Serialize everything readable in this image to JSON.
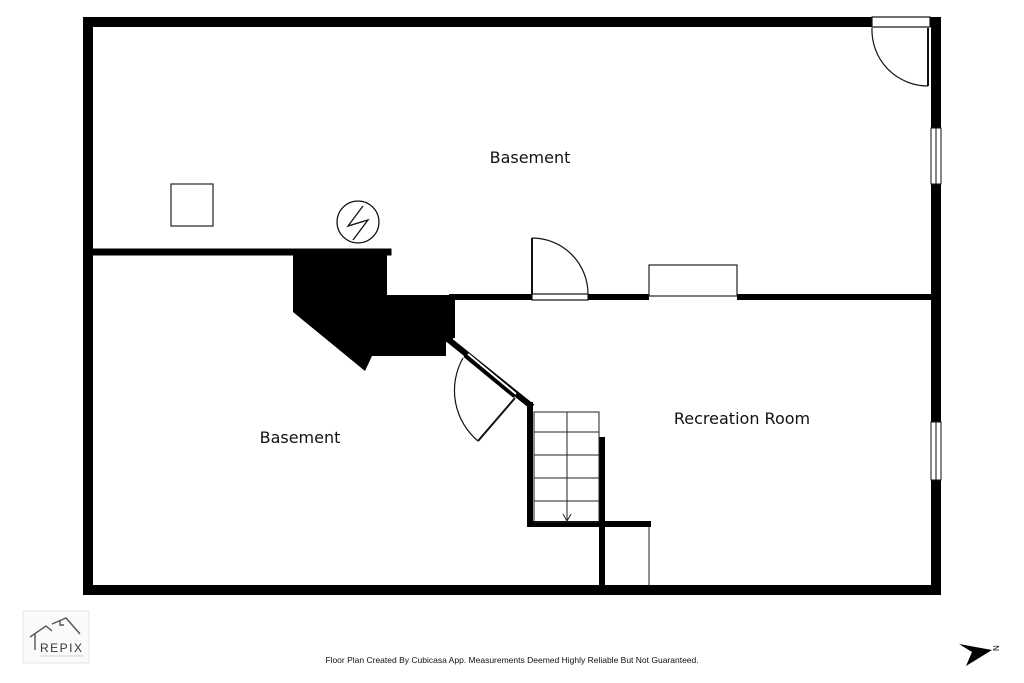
{
  "plan": {
    "rooms": [
      {
        "id": "basement-upper",
        "label": "Basement"
      },
      {
        "id": "basement-lower",
        "label": "Basement"
      },
      {
        "id": "recreation-room",
        "label": "Recreation Room"
      }
    ],
    "footer_note": "Floor Plan Created By Cubicasa App. Measurements Deemed Highly Reliable But Not Guaranteed.",
    "logo_text": "REPIX",
    "north_label": "N",
    "colors": {
      "wall": "#000000",
      "fixture": "#333333",
      "background": "#ffffff"
    }
  }
}
